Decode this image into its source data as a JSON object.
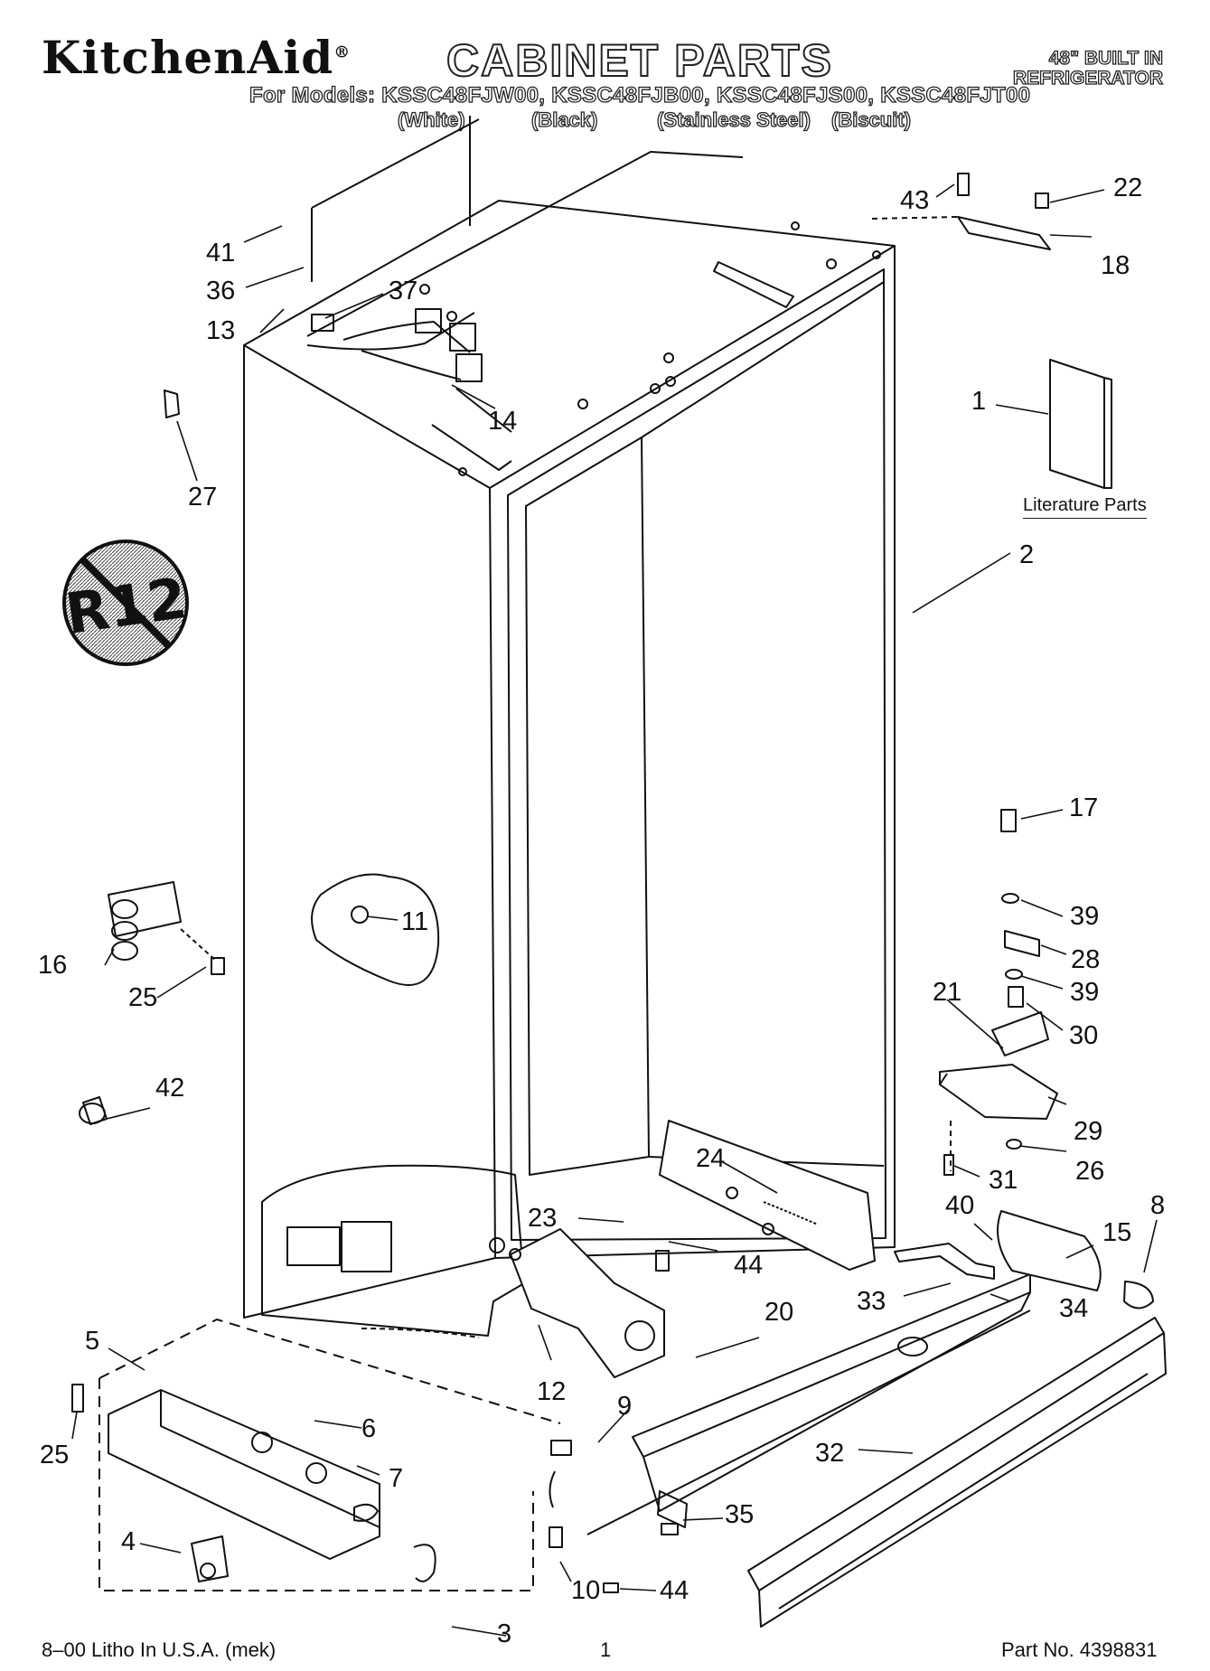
{
  "header": {
    "brand": "KitchenAid",
    "brand_mark": "®",
    "title": "CABINET PARTS",
    "subtitle_line1": "48\" BUILT IN",
    "subtitle_line2": "REFRIGERATOR",
    "models": "For Models: KSSC48FJW00, KSSC48FJB00, KSSC48FJS00, KSSC48FJT00",
    "variants": [
      "(White)",
      "(Black)",
      "(Stainless Steel)",
      "(Biscuit)"
    ]
  },
  "badge": {
    "text": "R12"
  },
  "literature_label": "Literature Parts",
  "callouts": [
    "1",
    "2",
    "3",
    "4",
    "5",
    "6",
    "7",
    "8",
    "9",
    "10",
    "11",
    "12",
    "13",
    "14",
    "15",
    "16",
    "17",
    "18",
    "20",
    "21",
    "22",
    "23",
    "24",
    "25",
    "25",
    "26",
    "27",
    "28",
    "29",
    "30",
    "31",
    "32",
    "33",
    "34",
    "35",
    "36",
    "37",
    "39",
    "39",
    "40",
    "41",
    "42",
    "43",
    "44",
    "44"
  ],
  "footer": {
    "litho": "8–00 Litho In U.S.A. (mek)",
    "page": "1",
    "part_no": "Part No. 4398831"
  },
  "colors": {
    "ink": "#111111",
    "background": "#ffffff"
  }
}
